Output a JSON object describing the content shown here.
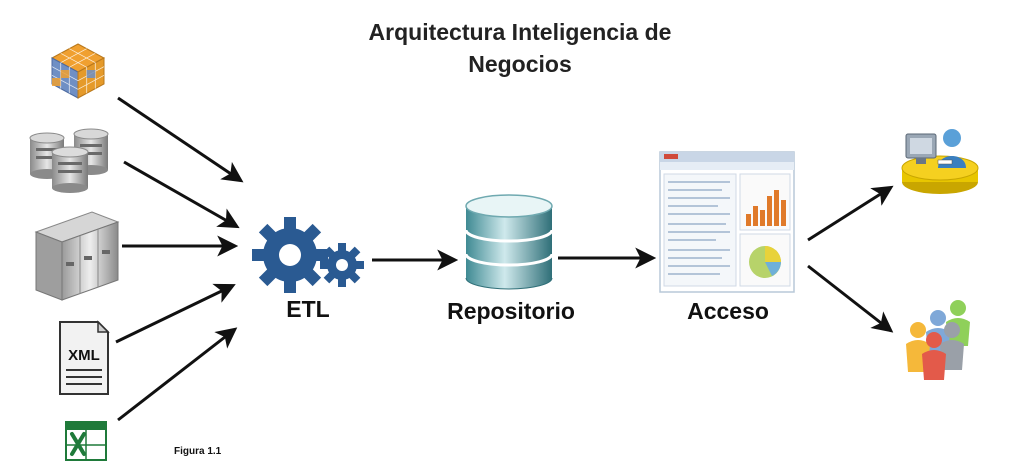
{
  "title_line1": "Arquitectura Inteligencia de",
  "title_line2": "Negocios",
  "etl_label": "ETL",
  "repository_label": "Repositorio",
  "access_label": "Acceso",
  "xml_label": "XML",
  "figure_caption": "Figura 1.1",
  "colors": {
    "gear": "#2a5a92",
    "arrow": "#111111",
    "cube_orange": "#f0a030",
    "cube_blue": "#6f8fc4",
    "excel_green": "#1f7a3a",
    "yellow": "#f5d020"
  }
}
